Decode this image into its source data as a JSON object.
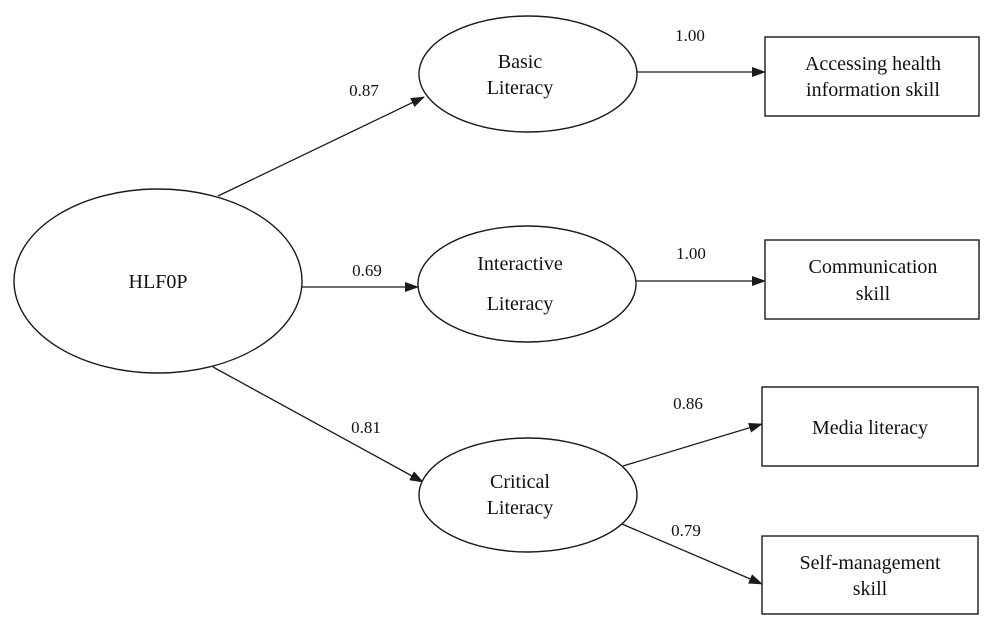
{
  "diagram": {
    "root": {
      "label": "HLF0P"
    },
    "latents": [
      {
        "lines": [
          "Basic",
          "Literacy"
        ],
        "loading": "0.87"
      },
      {
        "lines": [
          "Interactive",
          "Literacy"
        ],
        "loading": "0.69"
      },
      {
        "lines": [
          "Critical",
          "Literacy"
        ],
        "loading": "0.81"
      }
    ],
    "indicators": [
      {
        "lines": [
          "Accessing health",
          "information  skill"
        ],
        "loading": "1.00"
      },
      {
        "lines": [
          "Communication",
          "skill"
        ],
        "loading": "1.00"
      },
      {
        "lines": [
          "Media literacy"
        ],
        "loading": "0.86"
      },
      {
        "lines": [
          "Self-management",
          "skill"
        ],
        "loading": "0.79"
      }
    ]
  }
}
